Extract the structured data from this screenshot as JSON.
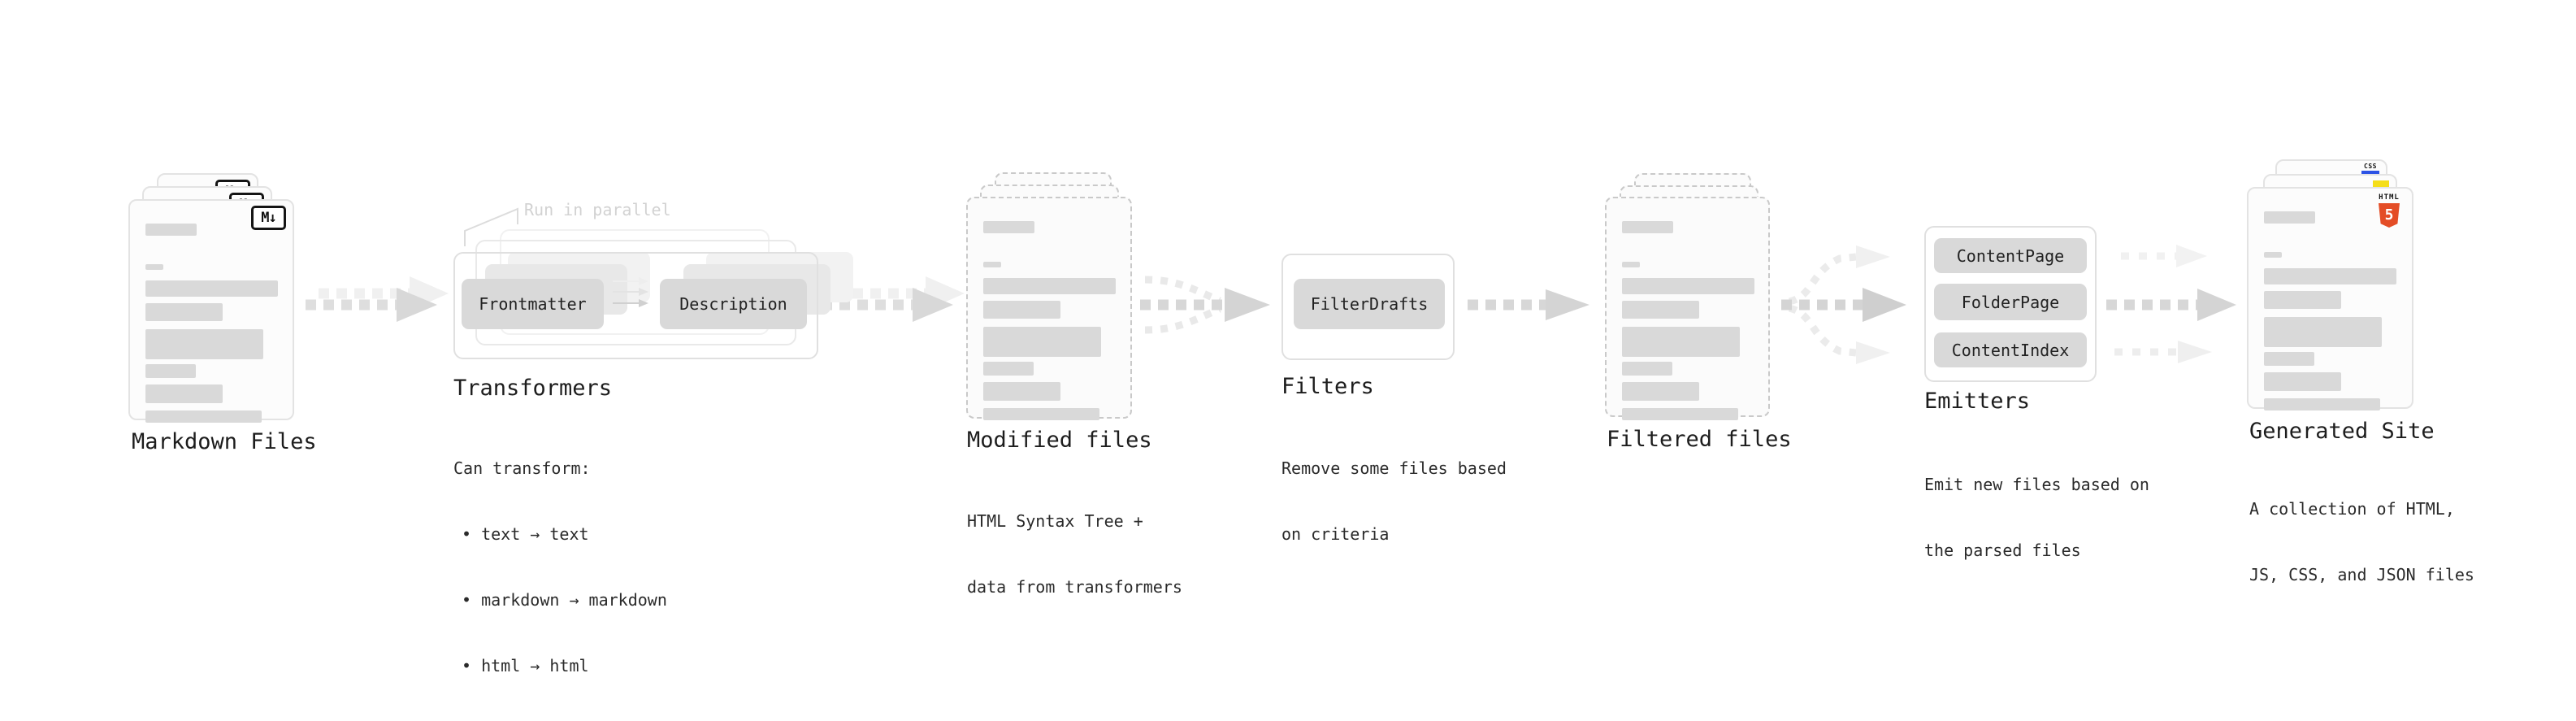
{
  "stages": {
    "markdown_files": {
      "title": "Markdown Files"
    },
    "transformers": {
      "title": "Transformers",
      "callout": "Run in parallel",
      "boxes": {
        "frontmatter": "Frontmatter",
        "description": "Description"
      },
      "body": {
        "heading": "Can transform:",
        "bullet1": "• text → text",
        "bullet2": "• markdown → markdown",
        "bullet3": "• html → html"
      }
    },
    "modified_files": {
      "title": "Modified files",
      "body": {
        "line1": "HTML Syntax Tree +",
        "line2": "data from transformers"
      }
    },
    "filters": {
      "title": "Filters",
      "boxes": {
        "filter_drafts": "FilterDrafts"
      },
      "body": {
        "line1": "Remove some files based",
        "line2": "on criteria"
      }
    },
    "filtered_files": {
      "title": "Filtered files"
    },
    "emitters": {
      "title": "Emitters",
      "boxes": {
        "content_page": "ContentPage",
        "folder_page": "FolderPage",
        "content_index": "ContentIndex"
      },
      "body": {
        "line1": "Emit new files based on",
        "line2": "the parsed files"
      }
    },
    "generated_site": {
      "title": "Generated Site",
      "body": {
        "line1": "A collection of HTML,",
        "line2": "JS, CSS, and JSON files"
      }
    }
  },
  "icons": {
    "markdown": "M↓",
    "html5": {
      "word": "HTML",
      "digit": "5"
    },
    "css": {
      "word": "CSS"
    }
  },
  "colors": {
    "html5_orange": "#e44d26",
    "js_yellow": "#f5de19",
    "css_blue": "#2d53e5",
    "bar_gray": "#d9d9d9",
    "box_gray": "#d9d9d9",
    "arrow_gray": "#d6d6d6",
    "arrow_faint": "#efefef",
    "callout_gray": "#d2d2d2",
    "text_dark": "#1f1f1f"
  }
}
